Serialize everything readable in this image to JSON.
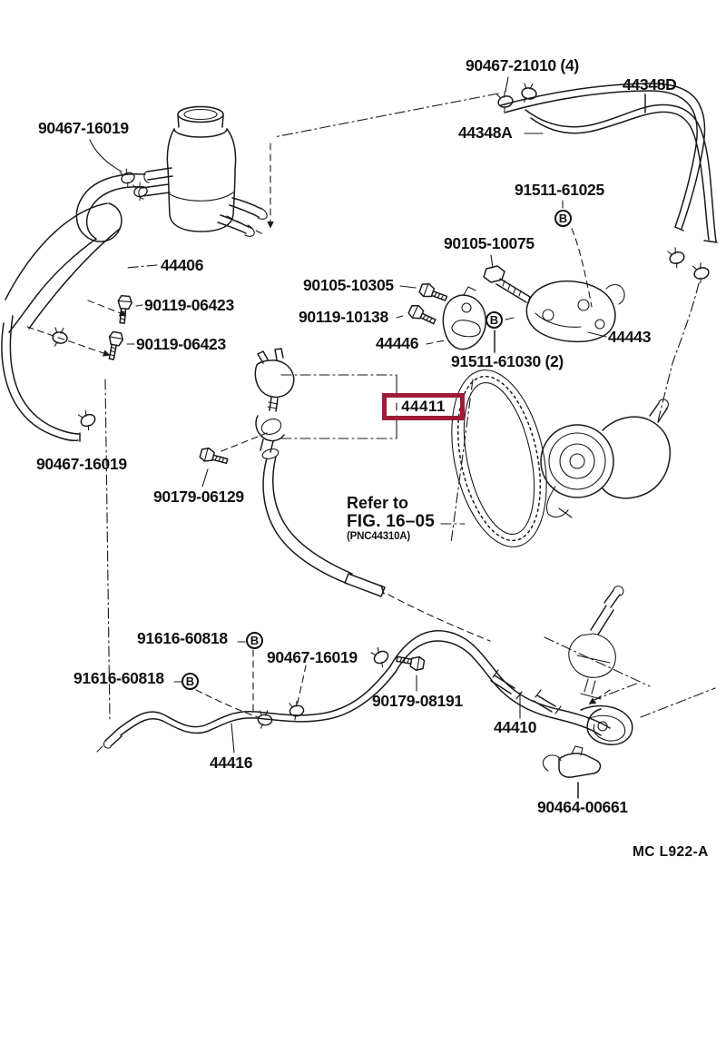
{
  "page": {
    "background": "#ffffff",
    "line_color": "#1a1a1a"
  },
  "highlight": {
    "part": "44411",
    "box_color": "#9e1b3a"
  },
  "marker": {
    "label": "B"
  },
  "note": {
    "line1": "Refer to",
    "line2": "FIG. 16–05",
    "line3": "(PNC44310A)"
  },
  "footer": {
    "code": "MC  L922-A"
  },
  "labels": [
    {
      "text": "90467-21010 (4)"
    },
    {
      "text": "44348D"
    },
    {
      "text": "44348A"
    },
    {
      "text": "90467-16019"
    },
    {
      "text": "91511-61025"
    },
    {
      "text": "90105-10075"
    },
    {
      "text": "44406"
    },
    {
      "text": "90105-10305"
    },
    {
      "text": "90119-06423"
    },
    {
      "text": "90119-10138"
    },
    {
      "text": "44446"
    },
    {
      "text": "90119-06423"
    },
    {
      "text": "44443"
    },
    {
      "text": "91511-61030 (2)"
    },
    {
      "text": "90467-16019"
    },
    {
      "text": "90179-06129"
    },
    {
      "text": "91616-60818"
    },
    {
      "text": "90467-16019"
    },
    {
      "text": "91616-60818"
    },
    {
      "text": "90179-08191"
    },
    {
      "text": "44410"
    },
    {
      "text": "44416"
    },
    {
      "text": "90464-00661"
    }
  ]
}
